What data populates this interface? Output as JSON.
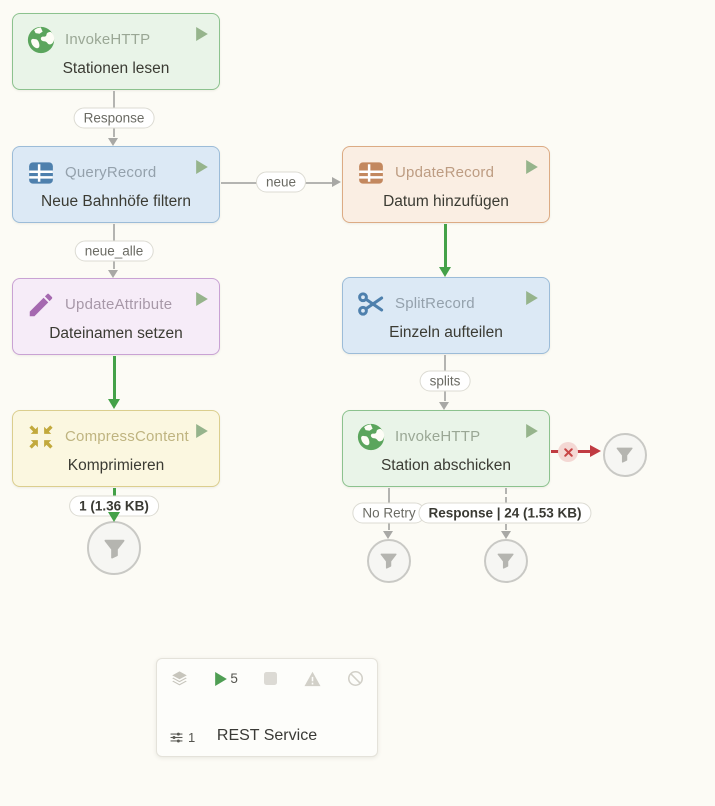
{
  "canvas": {
    "background_color": "#fcfbf5"
  },
  "processors": [
    {
      "type": "InvokeHTTP",
      "name": "Stationen lesen",
      "icon": "globe-icon",
      "accent_color": "#5ba55d"
    },
    {
      "type": "QueryRecord",
      "name": "Neue Bahnhöfe filtern",
      "icon": "table-icon",
      "accent_color": "#4e80ad"
    },
    {
      "type": "UpdateRecord",
      "name": "Datum hinzufügen",
      "icon": "table-icon",
      "accent_color": "#c3885f"
    },
    {
      "type": "UpdateAttribute",
      "name": "Dateinamen setzen",
      "icon": "pencil-icon",
      "accent_color": "#a569b0"
    },
    {
      "type": "SplitRecord",
      "name": "Einzeln aufteilen",
      "icon": "scissors-icon",
      "accent_color": "#4e80ad"
    },
    {
      "type": "CompressContent",
      "name": "Komprimieren",
      "icon": "compress-icon",
      "accent_color": "#c2a93c"
    },
    {
      "type": "InvokeHTTP",
      "name": "Station abschicken",
      "icon": "globe-icon",
      "accent_color": "#5ba55d"
    }
  ],
  "connection_labels": {
    "response": "Response",
    "neue": "neue",
    "neue_alle": "neue_alle",
    "splits": "splits",
    "compress_out": "1 (1.36 KB)",
    "no_retry": "No Retry",
    "response_count": "Response | 24 (1.53 KB)"
  },
  "colors": {
    "success_edge": "#44a148",
    "failure_edge": "#c03b42",
    "neutral_edge": "#b4b4b1"
  },
  "group": {
    "name": "REST Service",
    "running_count": "5",
    "queued_count": "1"
  }
}
